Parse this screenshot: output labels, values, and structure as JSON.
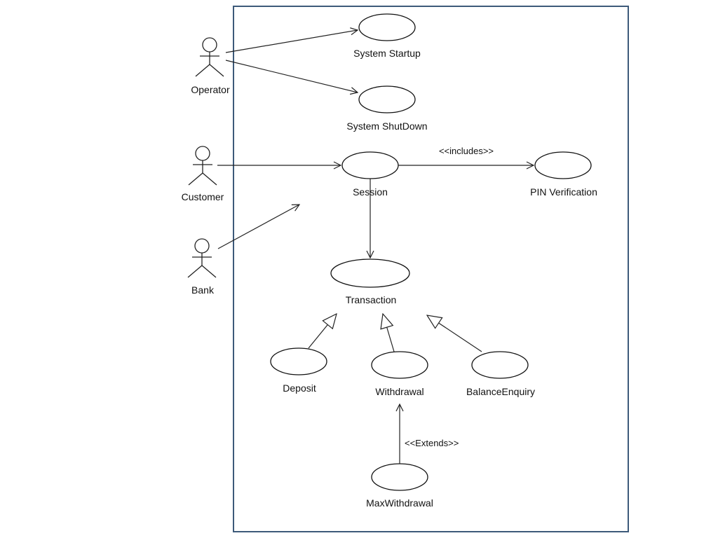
{
  "actors": {
    "operator": "Operator",
    "customer": "Customer",
    "bank": "Bank"
  },
  "use_cases": {
    "system_startup": "System Startup",
    "system_shutdown": "System ShutDown",
    "session": "Session",
    "pin_verification": "PIN Verification",
    "transaction": "Transaction",
    "deposit": "Deposit",
    "withdrawal": "Withdrawal",
    "balance_enquiry": "BalanceEnquiry",
    "max_withdrawal": "MaxWithdrawal"
  },
  "relations": {
    "includes": "<<includes>>",
    "extends": "<<Extends>>"
  },
  "colors": {
    "boundary": "#3d5a7a",
    "stroke": "#222222"
  }
}
